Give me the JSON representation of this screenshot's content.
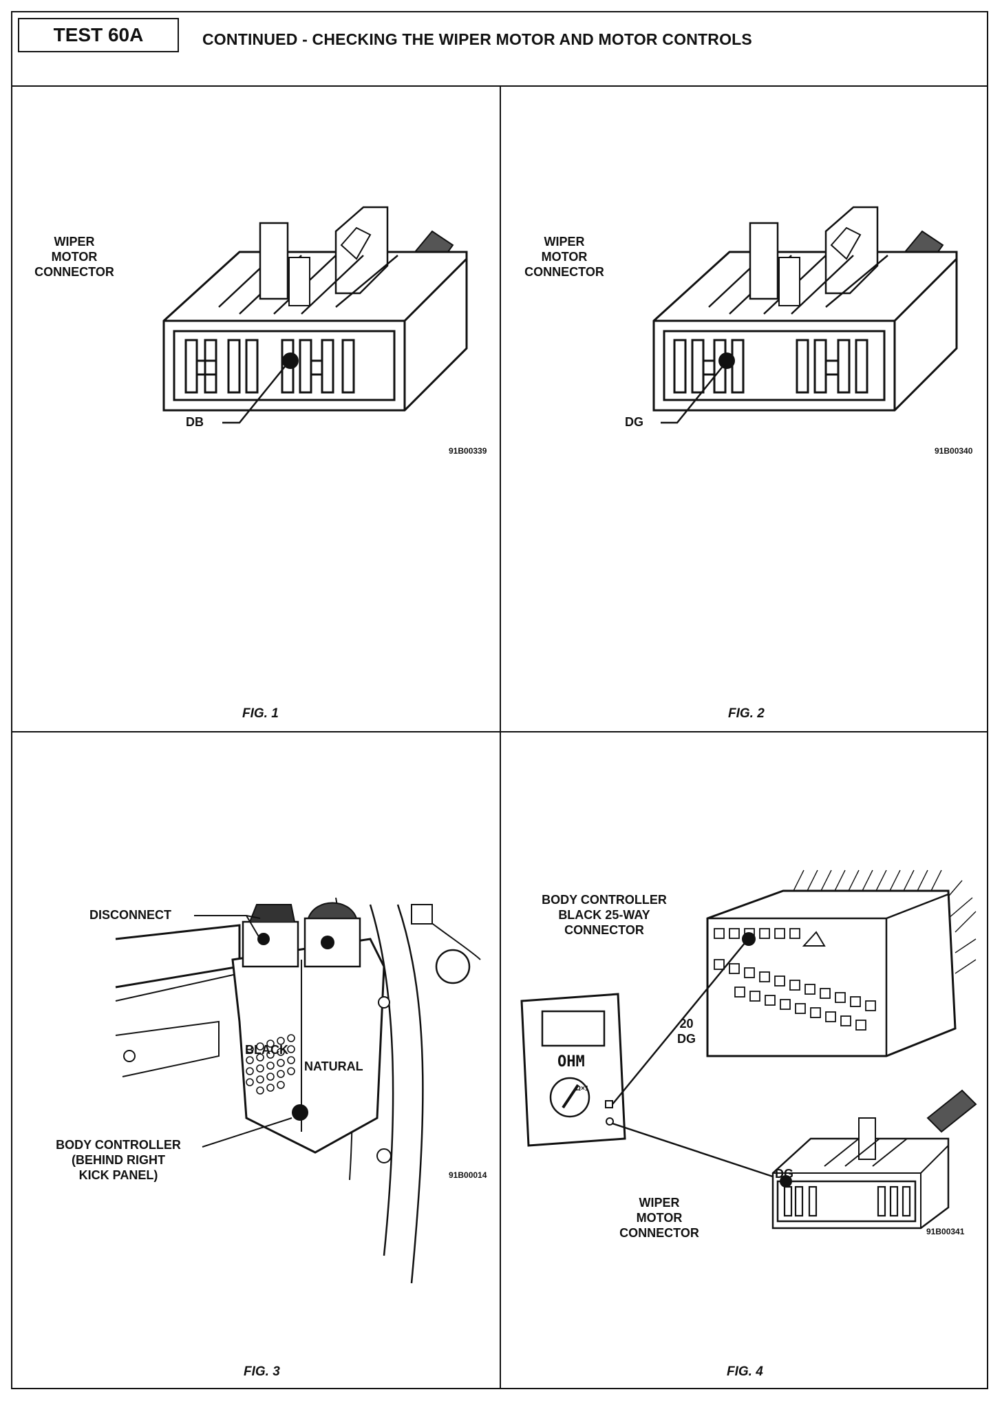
{
  "header": {
    "test_label": "TEST 60A",
    "title": "CONTINUED - CHECKING THE WIPER MOTOR AND MOTOR CONTROLS"
  },
  "fig1": {
    "connector_label": [
      "WIPER",
      "MOTOR",
      "CONNECTOR"
    ],
    "wire_label": "DB",
    "code": "91B00339",
    "caption": "FIG. 1"
  },
  "fig2": {
    "connector_label": [
      "WIPER",
      "MOTOR",
      "CONNECTOR"
    ],
    "wire_label": "DG",
    "code": "91B00340",
    "caption": "FIG. 2"
  },
  "fig3": {
    "disconnect_label": "DISCONNECT",
    "black_label": "BLACK",
    "natural_label": "NATURAL",
    "controller_label": [
      "BODY CONTROLLER",
      "(BEHIND RIGHT",
      "KICK PANEL)"
    ],
    "code": "91B00014",
    "caption": "FIG. 3"
  },
  "fig4": {
    "controller_label": [
      "BODY CONTROLLER",
      "BLACK 25-WAY",
      "CONNECTOR"
    ],
    "pin_label": [
      "20",
      "DG"
    ],
    "meter_display": "OHM",
    "meter_range": "Ω×1",
    "wire_label": "DG",
    "connector_label": [
      "WIPER",
      "MOTOR",
      "CONNECTOR"
    ],
    "code": "91B00341",
    "caption": "FIG. 4"
  }
}
